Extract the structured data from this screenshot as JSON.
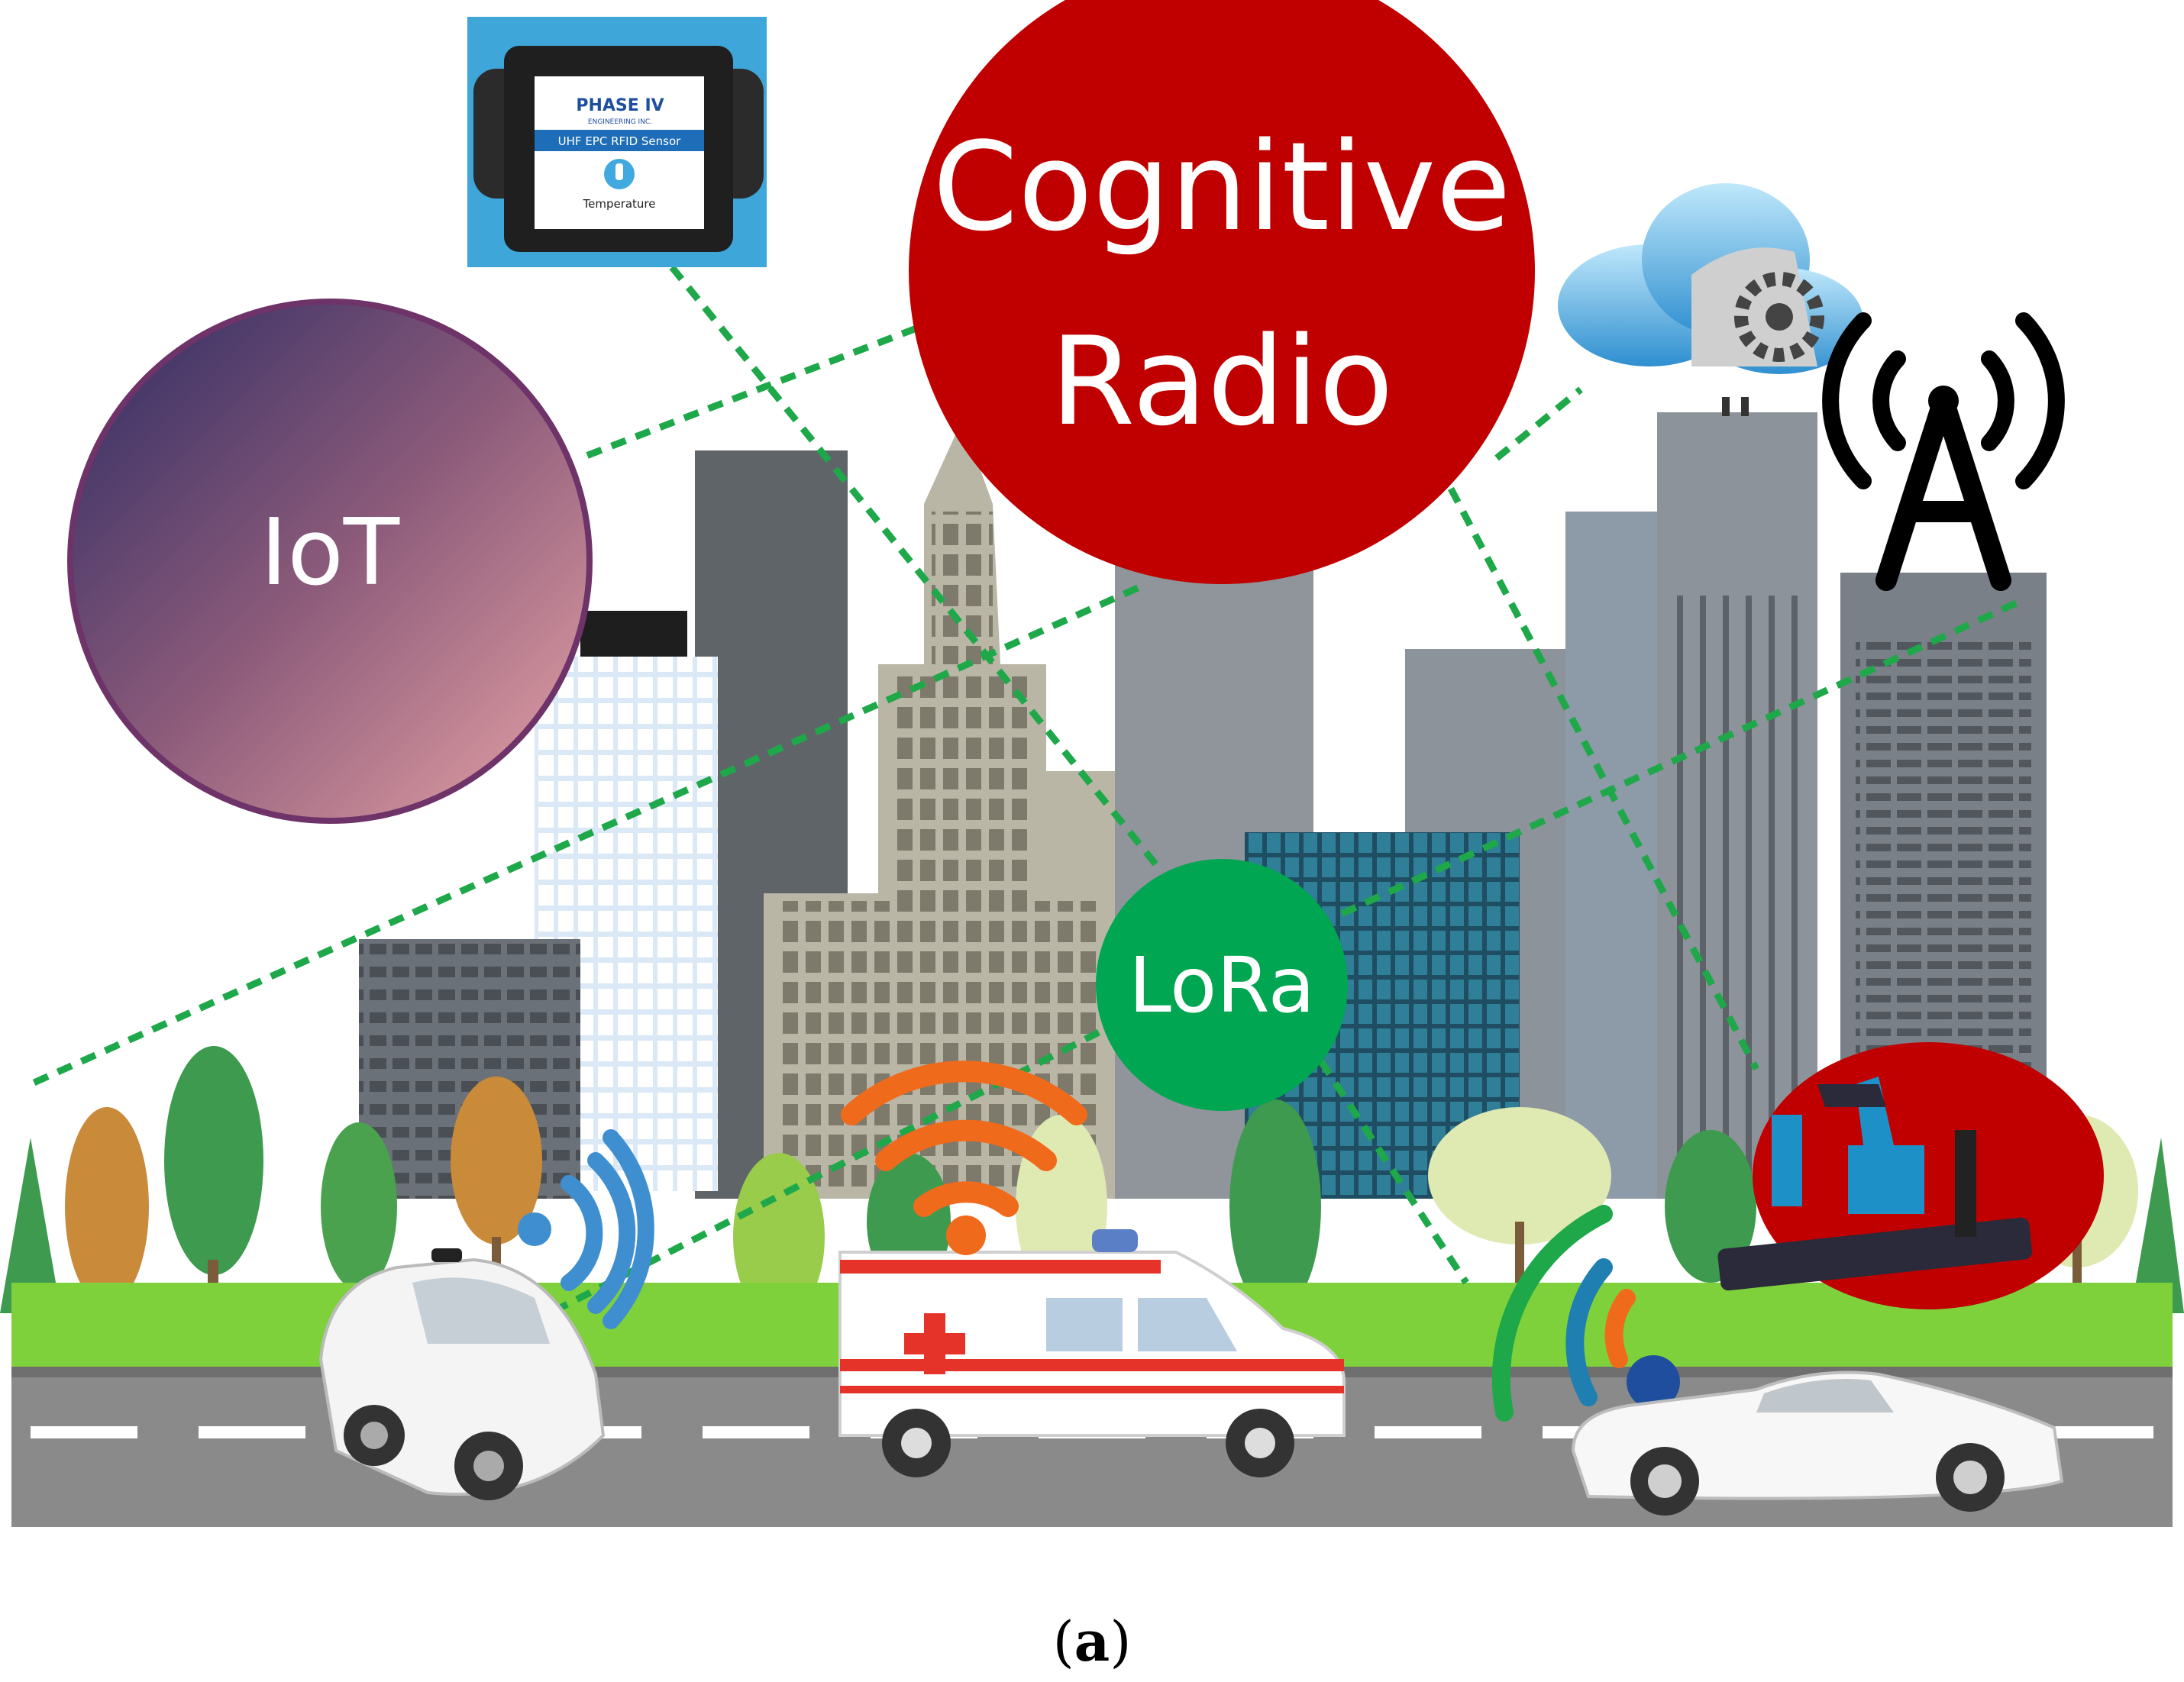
{
  "nodes": {
    "cognitive_radio": {
      "line1": "Cognitive",
      "line2": "Radio",
      "color": "#c00000"
    },
    "iot": {
      "label": "IoT"
    },
    "lora": {
      "label": "LoRa",
      "color": "#00a651"
    }
  },
  "sensor": {
    "brand": "PHASE IV",
    "subtitle": "ENGINEERING INC.",
    "band": "UHF EPC RFID Sensor",
    "type": "Temperature"
  },
  "caption": {
    "open": "(",
    "letter": "a",
    "close": ")"
  },
  "colors": {
    "dashed_link": "#1ea84a",
    "road": "#8a8a8a",
    "grass": "#7fd13b",
    "wifi_orange": "#f06a1c",
    "signal_blue": "#3f8fd0"
  },
  "icons": [
    "rfid-sensor-icon",
    "cloud-gear-icon",
    "radio-tower-icon",
    "robot-arm-icon",
    "autonomous-car-icon",
    "ambulance-icon",
    "luxury-car-icon",
    "wifi-icon"
  ]
}
